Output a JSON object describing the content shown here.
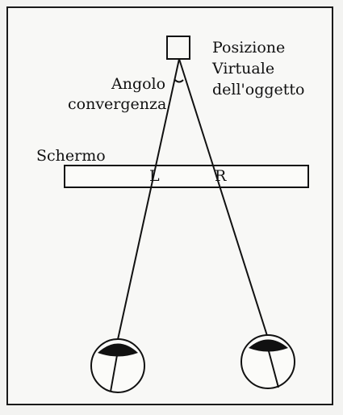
{
  "labels": {
    "object_position": [
      "Posizione",
      "Virtuale",
      "dell'oggetto"
    ],
    "convergence_angle": [
      "Angolo",
      "convergenza"
    ],
    "screen": "Schermo",
    "left_point": "L",
    "right_point": "R"
  },
  "colors": {
    "ink": "#111111",
    "background": "#f8f8f6",
    "pupil": "#111111"
  }
}
